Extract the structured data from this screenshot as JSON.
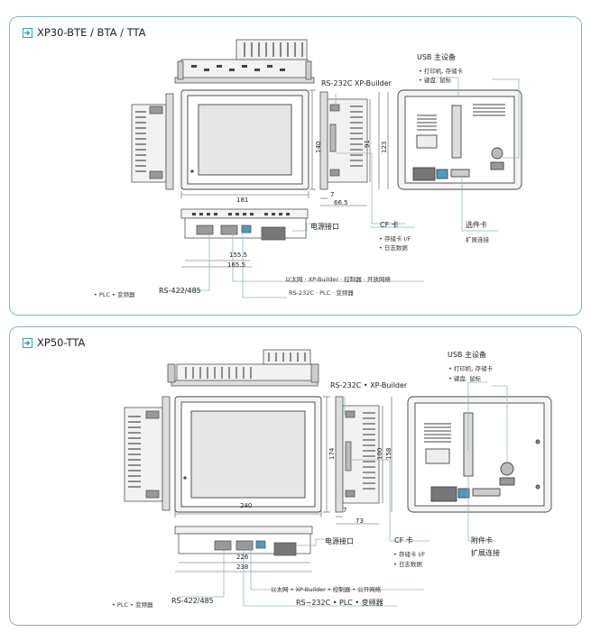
{
  "colors": {
    "frame": "#7fb8c8",
    "line": "#444444",
    "callout": "#8fb9cc",
    "device": "#555555",
    "screen": "#e6e6e6"
  },
  "panels": [
    {
      "title": "XP30-BTE / BTA / TTA",
      "labels": {
        "usb_host": "USB 主设备",
        "usb_item1": "• 打印机, 存储卡",
        "usb_item2": "• 键盘, 鼠标",
        "rs232c_xp": "RS-232C  XP-Builder",
        "power": "电源接口",
        "cf_card": "CF 卡",
        "cf_item1": "• 存储卡 I/F",
        "cf_item2": "• 日志数据",
        "option_card": "选件卡",
        "option_item": "扩展连接",
        "ethernet": "以太网  · XP-Builder · 控制器 · 开放网络",
        "rs232c_plc": "RS-232C  · PLC · 变频器",
        "plc_inverter": "• PLC • 变频器",
        "rs422": "RS-422/485"
      },
      "dims": {
        "d140": "140",
        "d181": "181",
        "d91": "91",
        "d123": "123",
        "d7": "7",
        "d66": "66.5",
        "d155": "155.5",
        "d165": "165.5"
      }
    },
    {
      "title": "XP50-TTA",
      "labels": {
        "usb_host": "USB 主设备",
        "usb_item1": "• 打印机, 存储卡",
        "usb_item2": "• 键盘, 鼠标",
        "rs232c_xp": "RS-232C  • XP-Builder",
        "power": "电源接口",
        "cf_card": "CF 卡",
        "cf_item1": "• 存储卡 I/F",
        "cf_item2": "• 日志数据",
        "option_card": "附件卡",
        "option_item": "扩展连接",
        "ethernet": "以太网    • XP-Builder  • 控制器   • 公开网络",
        "rs232c_plc": "RS−232C • PLC • 变频器",
        "plc_inverter": "• PLC • 变频器",
        "rs422": "RS-422/485"
      },
      "dims": {
        "d174": "174",
        "d240": "240",
        "d100": "100",
        "d158": "158",
        "d7": "7",
        "d73": "73",
        "d226": "226",
        "d238": "238"
      }
    }
  ]
}
